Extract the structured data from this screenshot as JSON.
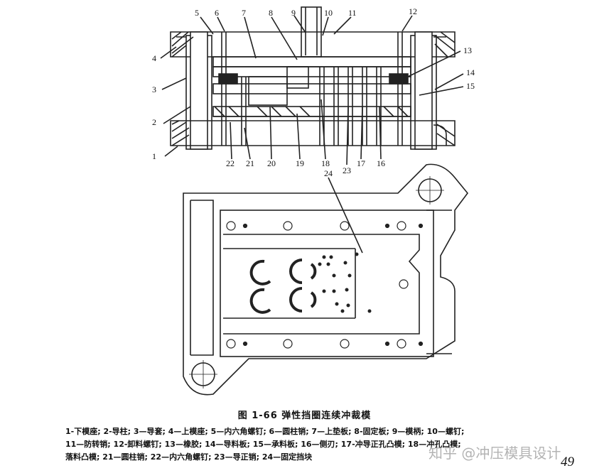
{
  "figure": {
    "callouts_top": [
      "5",
      "6",
      "7",
      "8",
      "9",
      "10",
      "11",
      "12"
    ],
    "callouts_right": [
      "13",
      "14",
      "15"
    ],
    "callouts_left": [
      "4",
      "3",
      "2",
      "1"
    ],
    "callouts_bottom": [
      "22",
      "21",
      "20",
      "19",
      "18",
      "23",
      "17",
      "16"
    ],
    "callout_24": "24"
  },
  "caption": "图 1-66   弹性挡圈连续冲裁模",
  "legend": {
    "line1": "1-下模座; 2-导柱; 3—导套; 4—上模座; 5—内六角螺钉; 6—圆柱销; 7—上垫板; 8-固定板; 9—模柄; 10—螺钉;",
    "line2": "11—防转销; 12-卸料螺钉; 13—橡胶; 14—导料板; 15—承料板; 16—侧刃; 17-冲导正孔凸模; 18—冲孔凸模;",
    "line3": "落料凸模; 21—圆柱销; 22—内六角螺钉; 23—导正销; 24—固定挡块"
  },
  "watermark": "知乎 @冲压模具设计",
  "page_number": "49"
}
